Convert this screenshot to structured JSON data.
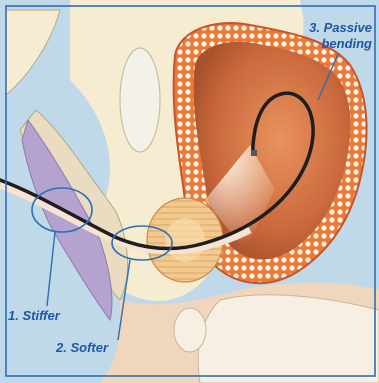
{
  "annotations": {
    "passive_line1": "3. Passive",
    "passive_line2": "bending",
    "stiffer": "1. Stiffer",
    "softer": "2. Softer"
  },
  "colors": {
    "frame_blue": "#2f6db5",
    "label_blue": "#1f56a8",
    "background_tissue": "#bfd9e8",
    "cream_tissue": "#f5ecd2",
    "bladder_wall": "#e07b42",
    "bladder_inner": "#c7643a",
    "scope": "#1e1e1e"
  },
  "icons": {
    "scope_tip": "endoscope-tip-icon"
  }
}
